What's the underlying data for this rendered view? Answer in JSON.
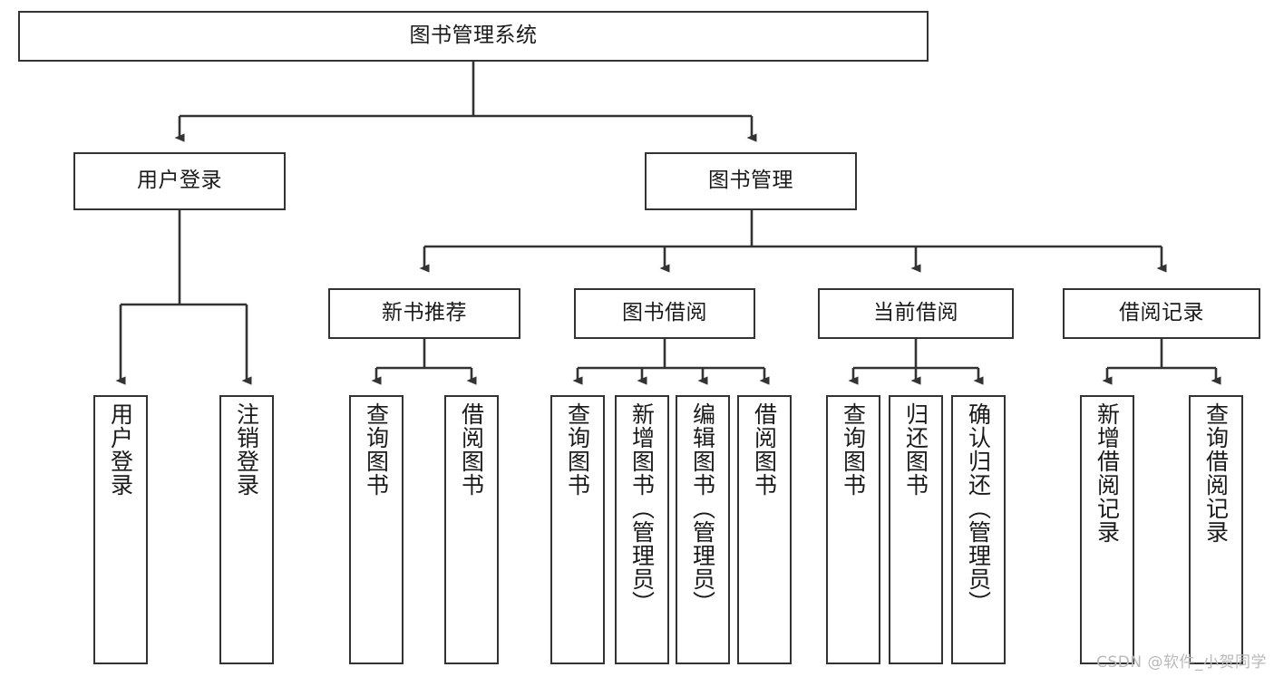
{
  "diagram": {
    "title": "图书管理系统",
    "watermark": "CSDN @软件_小贺同学",
    "line_color": "#333333",
    "box_fill": "#ffffff",
    "text_color": "#1a1a1a"
  },
  "nodes": {
    "root": {
      "label": "图书管理系统"
    },
    "level1": [
      {
        "label": "用户登录"
      },
      {
        "label": "图书管理"
      }
    ],
    "level2": [
      {
        "label": "新书推荐"
      },
      {
        "label": "图书借阅"
      },
      {
        "label": "当前借阅"
      },
      {
        "label": "借阅记录"
      }
    ],
    "leaves": {
      "user_login": [
        {
          "label": "用户登录"
        },
        {
          "label": "注销登录"
        }
      ],
      "new_book": [
        {
          "label": "查询图书"
        },
        {
          "label": "借阅图书"
        }
      ],
      "book_borrow": [
        {
          "label": "查询图书"
        },
        {
          "label": "新增图书（管理员）"
        },
        {
          "label": "编辑图书（管理员）"
        },
        {
          "label": "借阅图书"
        }
      ],
      "current_borrow": [
        {
          "label": "查询图书"
        },
        {
          "label": "归还图书"
        },
        {
          "label": "确认归还（管理员）"
        }
      ],
      "borrow_record": [
        {
          "label": "新增借阅记录"
        },
        {
          "label": "查询借阅记录"
        }
      ]
    }
  }
}
